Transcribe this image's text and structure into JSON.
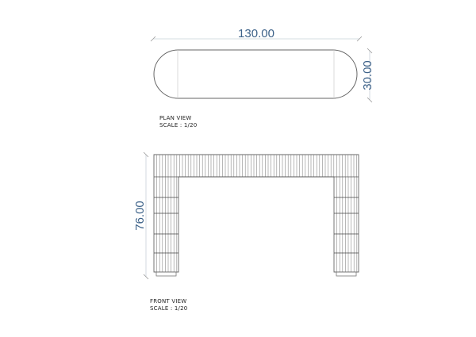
{
  "plan_view": {
    "title": "PLAN VIEW",
    "scale": "SCALE : 1/20",
    "dimension_length": "130.00",
    "dimension_width": "30.00"
  },
  "front_view": {
    "title": "FRONT VIEW",
    "scale": "SCALE : 1/20",
    "dimension_height": "76.00"
  },
  "colors": {
    "dimension_text": "#3d6289",
    "outline": "#555555",
    "dimension_line": "#b8c4d0"
  }
}
